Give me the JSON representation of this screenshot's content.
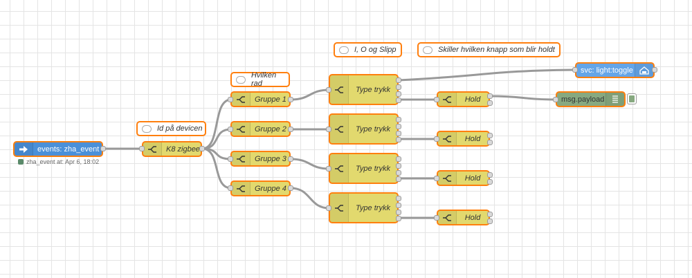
{
  "colors": {
    "event_node": "#4a90d9",
    "switch_node": "#e2d96e",
    "service_node": "#64a5e8",
    "debug_node": "#87a980",
    "selection": "#ff7f0e",
    "wire": "#999999"
  },
  "event_node": {
    "label": "events: zha_event",
    "status": "zha_event at: Apr 6, 18:02",
    "icon": "arrow-right-icon"
  },
  "switch_main": {
    "label": "K8 zigbee",
    "icon": "switch-icon"
  },
  "groups": [
    {
      "label": "Gruppe 1"
    },
    {
      "label": "Gruppe 2"
    },
    {
      "label": "Gruppe 3"
    },
    {
      "label": "Gruppe 4"
    }
  ],
  "type_nodes": [
    {
      "label": "Type trykk"
    },
    {
      "label": "Type trykk"
    },
    {
      "label": "Type trykk"
    },
    {
      "label": "Type trykk"
    }
  ],
  "hold_nodes": [
    {
      "label": "Hold"
    },
    {
      "label": "Hold"
    },
    {
      "label": "Hold"
    },
    {
      "label": "Hold"
    }
  ],
  "service_node": {
    "label": "svc: light:toggle",
    "icon": "home-assistant-icon"
  },
  "debug_node": {
    "label": "msg.payload",
    "icon": "list-icon"
  },
  "comments": {
    "id_device": "Id på devicen",
    "which_row": "Hvilken rad",
    "type_press": "I, O og Slipp",
    "which_button": "Skiller hvilken knapp som blir holdt"
  }
}
